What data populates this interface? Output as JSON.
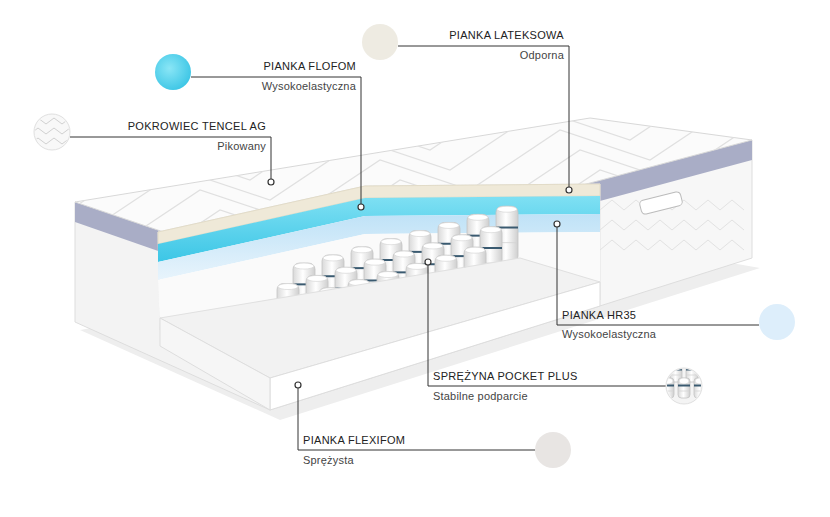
{
  "diagram": {
    "labels": [
      "PIANKA LATEKSOWA",
      "Odporna",
      "PIANKA FLOFOM",
      "Wysokoelastyczna",
      "POKROWIEC TENCEL AG",
      "Pikowany",
      "PIANKA HR35",
      "Wysokoelastyczna",
      "SPRĘŻYNA POCKET PLUS",
      "Stabilne podparcie",
      "PIANKA FLEXIFOM",
      "Sprężysta"
    ]
  }
}
